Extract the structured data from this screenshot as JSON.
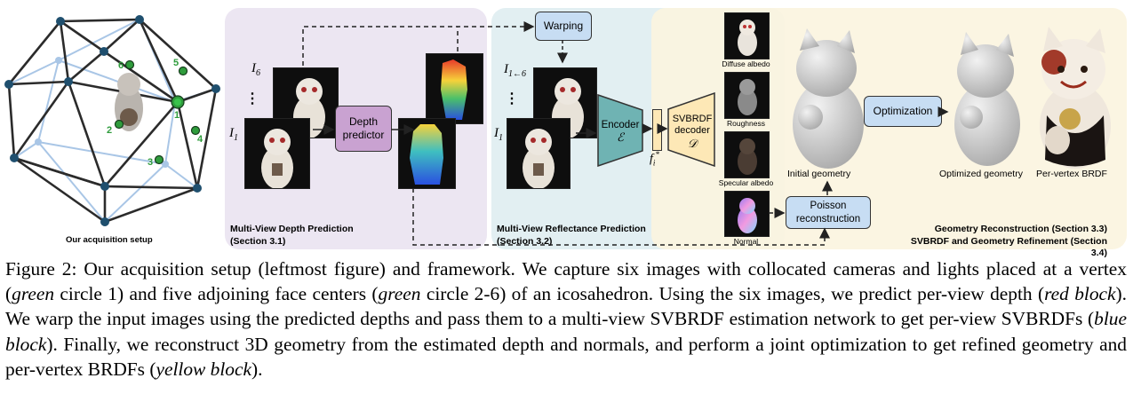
{
  "acquisition": {
    "label": "Our acquisition setup",
    "points": [
      "1",
      "2",
      "3",
      "4",
      "5",
      "6"
    ]
  },
  "depth_panel": {
    "title_line1": "Multi-View Depth Prediction",
    "title_line2": "(Section 3.1)",
    "img_top_label": "I6",
    "img_bottom_label": "I1",
    "dots": "⋮",
    "predictor_line1": "Depth",
    "predictor_line2": "predictor"
  },
  "reflectance_panel": {
    "title_line1": "Multi-View Reflectance Prediction",
    "title_line2": "(Section 3.2)",
    "warping": "Warping",
    "img_top_label": "I1←6",
    "img_bottom_label": "I1",
    "dots": "⋮",
    "encoder": "Encoder",
    "encoder_sym": "ℰ",
    "feature": "f",
    "feature_sub": "i",
    "feature_sup": "*",
    "decoder_line1": "SVBRDF",
    "decoder_line2": "decoder",
    "decoder_sym": "𝒟"
  },
  "maps": [
    "Diffuse albedo",
    "Roughness",
    "Specular albedo",
    "Normal"
  ],
  "geometry_panel": {
    "initial": "Initial geometry",
    "optimization": "Optimization",
    "optimized": "Optimized geometry",
    "per_vertex": "Per-vertex BRDF",
    "poisson_line1": "Poisson",
    "poisson_line2": "reconstruction",
    "title_line1": "Geometry Reconstruction (Section 3.3)",
    "title_line2": "SVBRDF and Geometry Refinement (Section 3.4)"
  },
  "colors": {
    "purple_panel": "#ece6f2",
    "blue_panel": "#e2eff2",
    "yellow_panel": "#fbf4e0",
    "depth_box": "#c9a2d1",
    "warping_box": "#c7ddf3",
    "encoder": "#6fb3b3",
    "decoder": "#fde8b6",
    "green_dot": "#2f9c3c"
  },
  "caption": {
    "p1": "Figure 2: Our acquisition setup (leftmost figure) and framework. We capture six images with collocated cameras and lights placed at a vertex (",
    "e1": "green",
    "p2": " circle 1) and five adjoining face centers (",
    "e2": "green",
    "p3": " circle 2-6) of an icosahedron. Using the six images, we predict per-view depth (",
    "e3": "red block",
    "p4": "). We warp the input images using the predicted depths and pass them to a multi-view SVBRDF estimation network to get per-view SVBRDFs (",
    "e4": "blue block",
    "p5": "). Finally, we reconstruct 3D geometry from the estimated depth and normals, and perform a joint optimization to get refined geometry and per-vertex BRDFs (",
    "e5": "yellow block",
    "p6": ")."
  }
}
